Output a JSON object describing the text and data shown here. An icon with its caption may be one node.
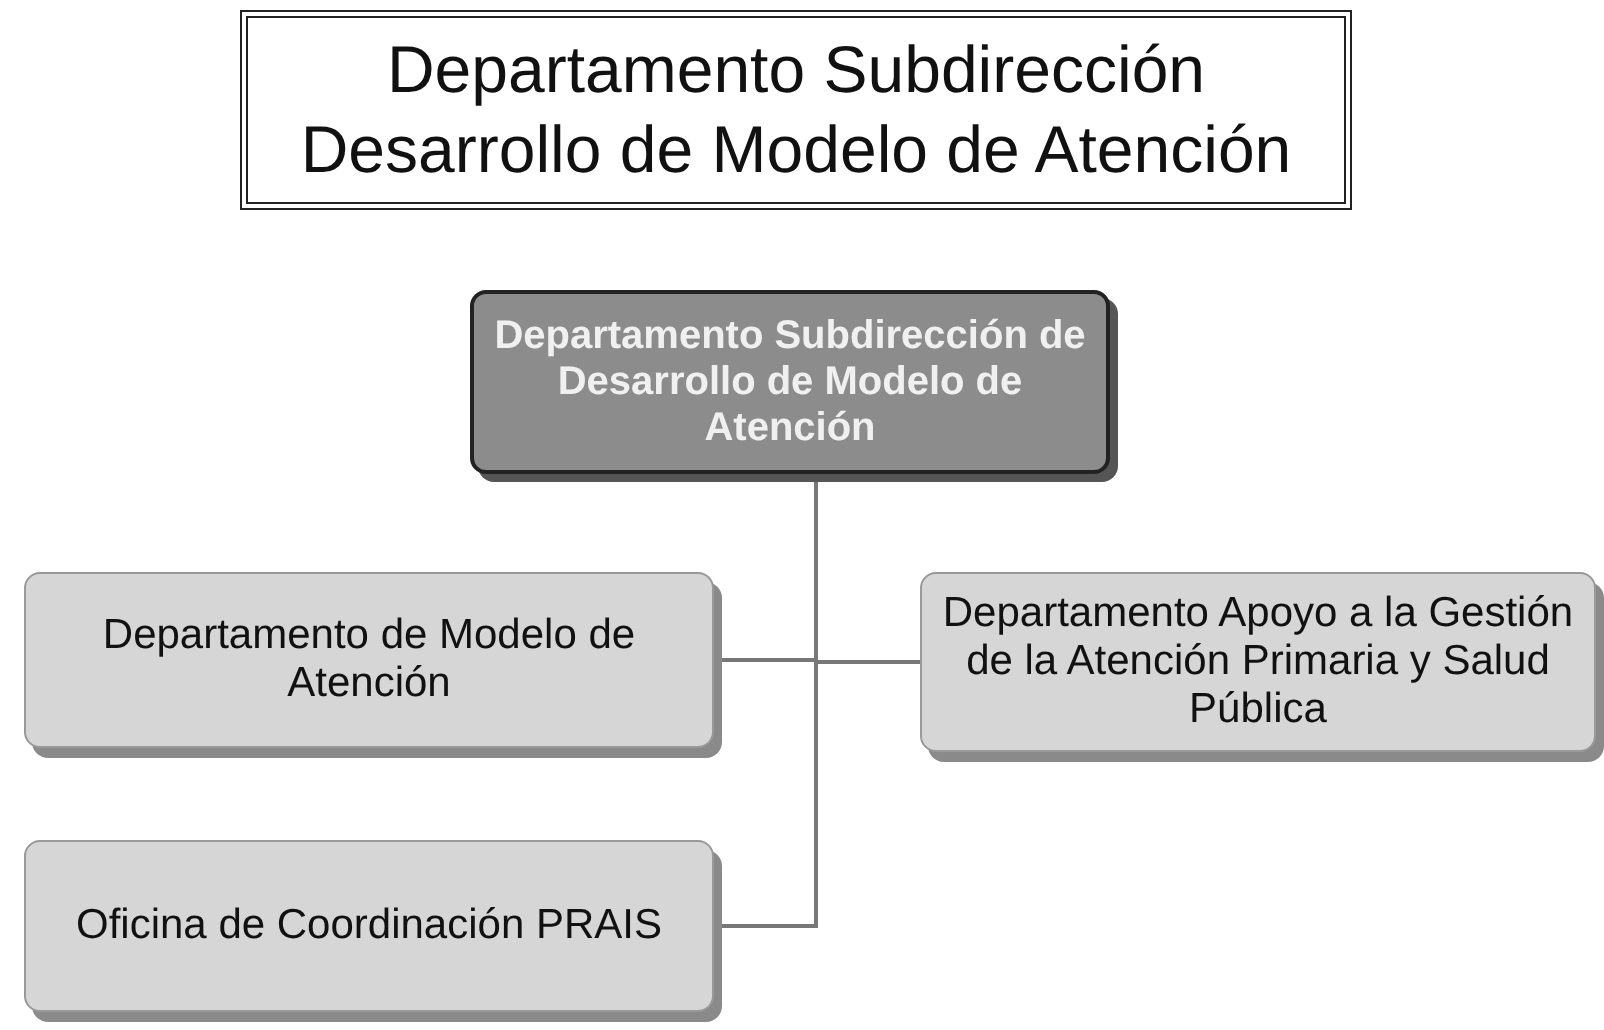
{
  "diagram": {
    "title": "Departamento Subdirección Desarrollo de Modelo de Atención",
    "nodes": [
      {
        "text": [
          "Departamento Subdirección de Desarrollo de Modelo de Atención"
        ]
      },
      {
        "text": [
          "Departamento de Modelo de Atención"
        ]
      },
      {
        "text": [
          "Departamento Apoyo a la Gestión de la Atención Primaria y Salud Pública"
        ]
      },
      {
        "text": [
          "Oficina de Coordinación PRAIS"
        ]
      }
    ],
    "edges": [
      {
        "from": 0,
        "to": 1,
        "arrow": "none"
      },
      {
        "from": 0,
        "to": 2,
        "arrow": "none"
      },
      {
        "from": 0,
        "to": 3,
        "arrow": "none"
      }
    ]
  }
}
